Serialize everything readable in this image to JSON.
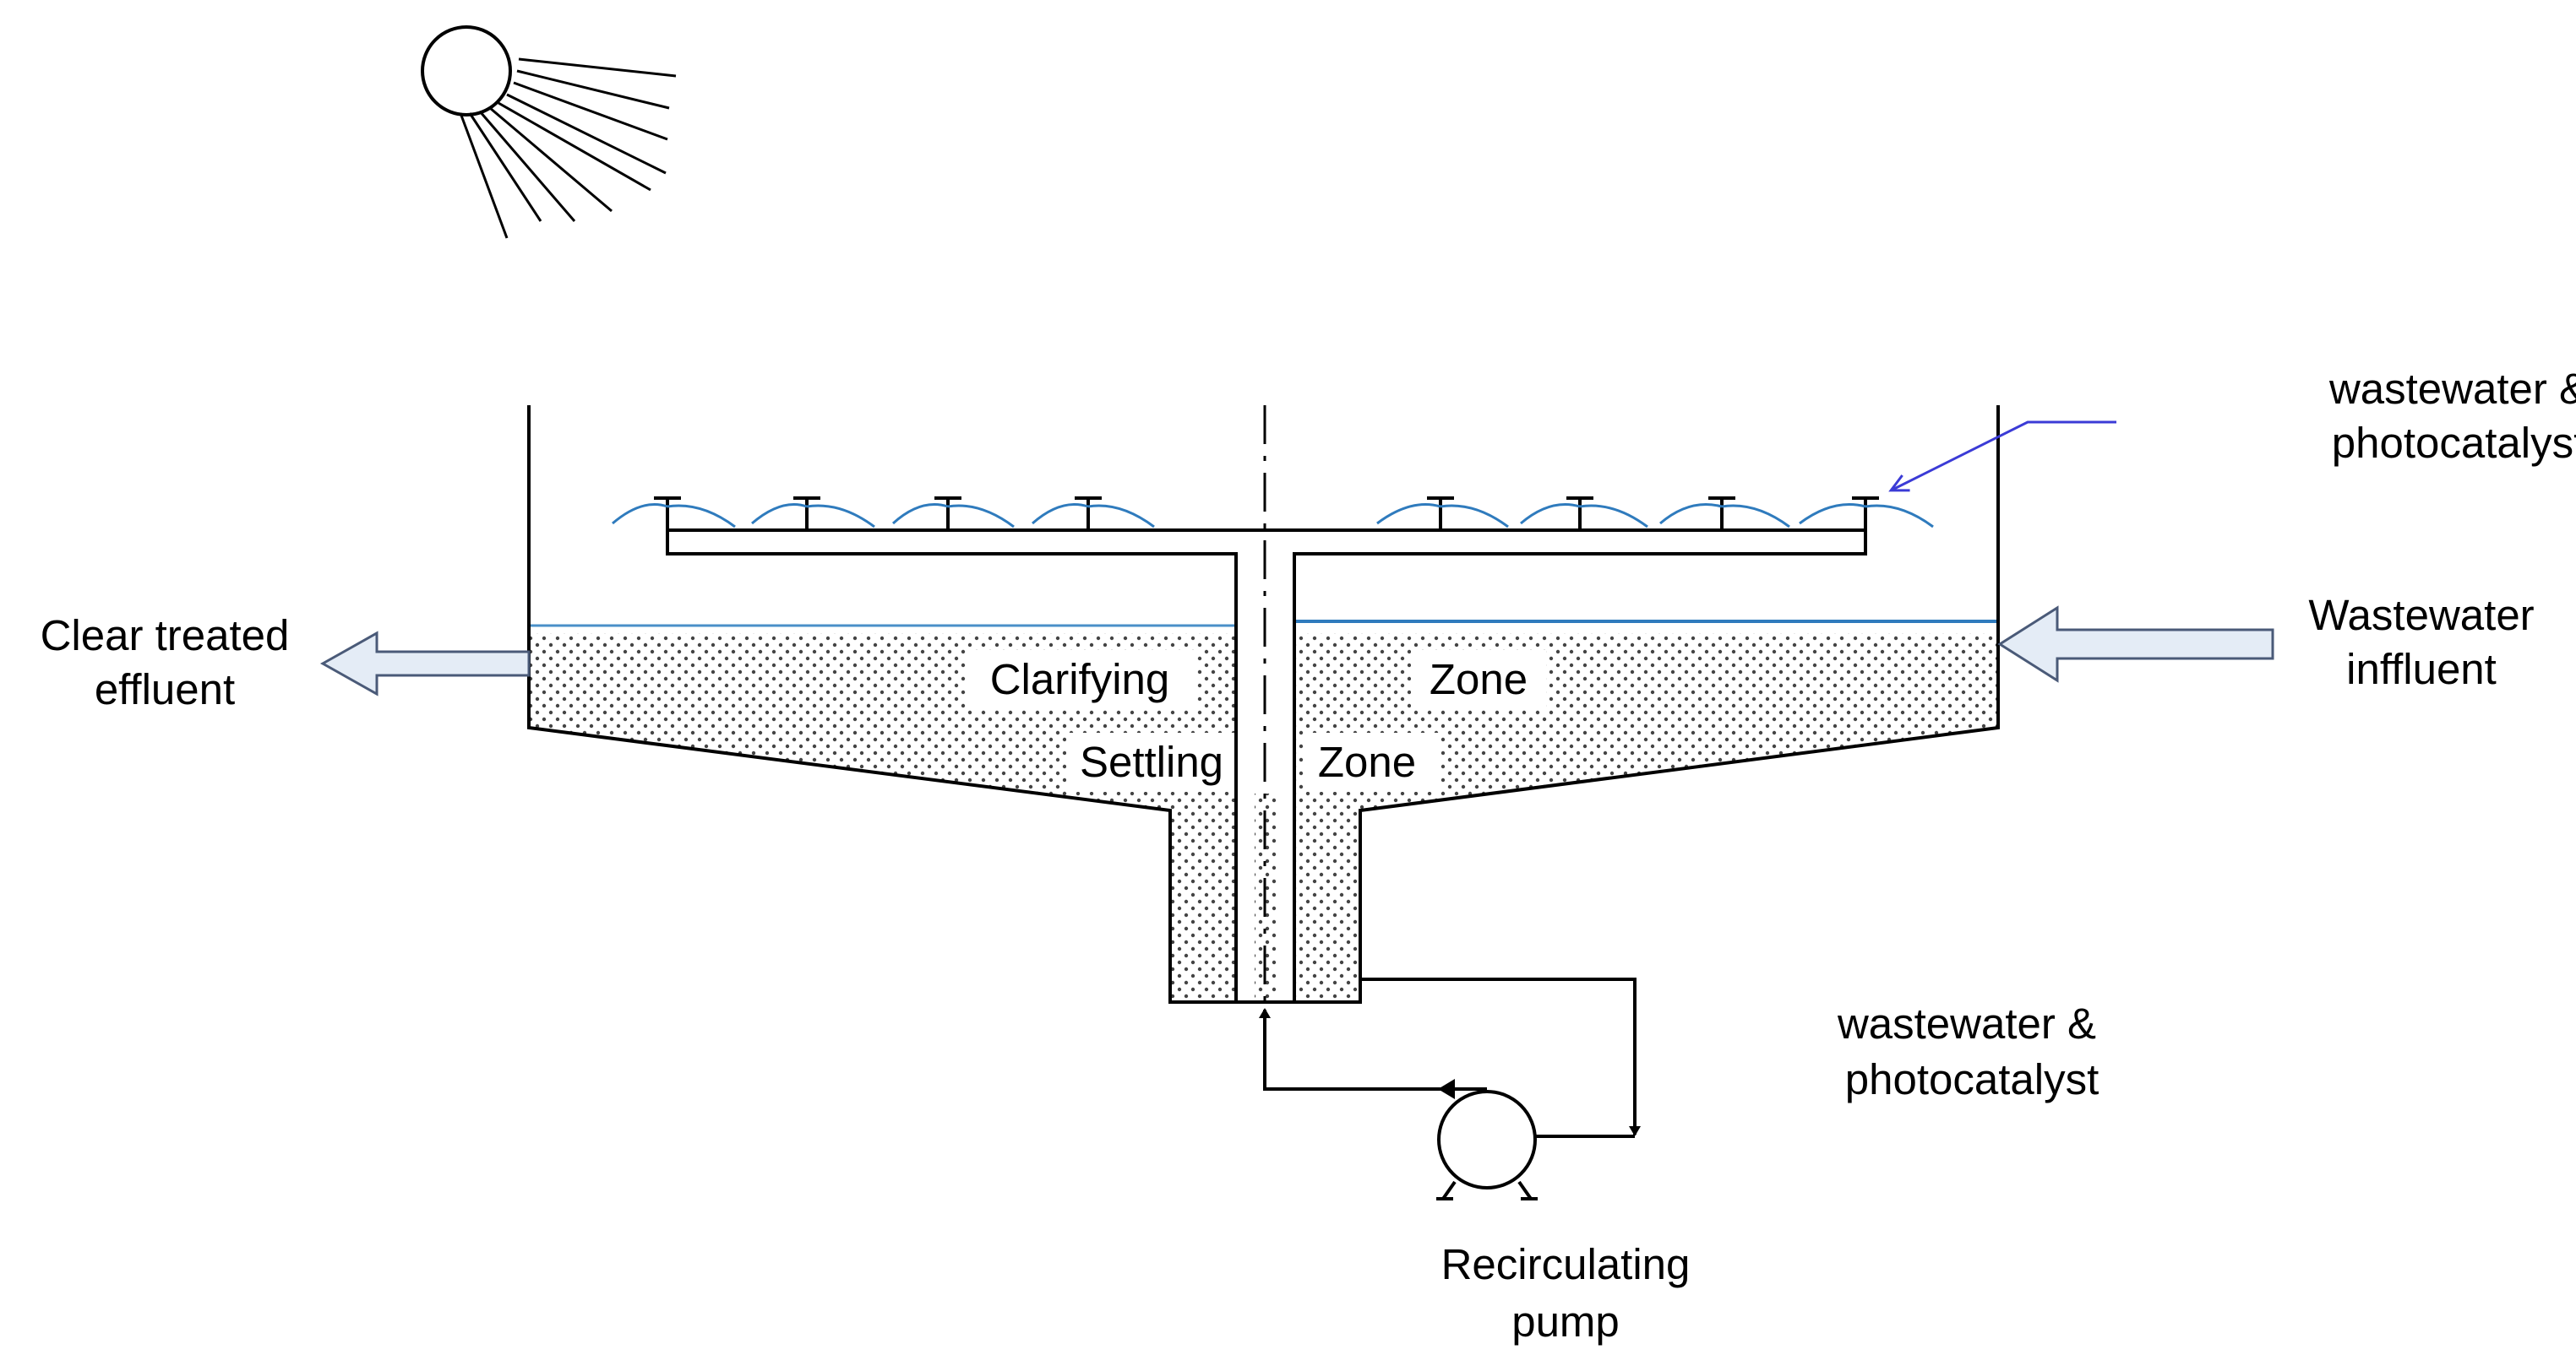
{
  "labels": {
    "spray_top_line1": "wastewater &",
    "spray_top_line2": "photocatalyst",
    "effluent_line1": "Clear treated",
    "effluent_line2": "effluent",
    "influent_line1": "Wastewater",
    "influent_line2": "inffluent",
    "clarifying": "Clarifying",
    "zone_upper": "Zone",
    "settling": "Settling",
    "zone_lower": "Zone",
    "recirc_mix_line1": "wastewater &",
    "recirc_mix_line2": "photocatalyst",
    "pump_line1": "Recirculating",
    "pump_line2": "pump"
  },
  "colors": {
    "line": "#000000",
    "water_line": "#4a90c8",
    "arrow_fill": "#e4ecf6",
    "arrow_stroke": "#4a5a78",
    "pointer_arrow": "#3b3bd6",
    "dots": "#444444"
  },
  "icons": {
    "sun": "sun-icon",
    "pump": "pump-icon"
  }
}
